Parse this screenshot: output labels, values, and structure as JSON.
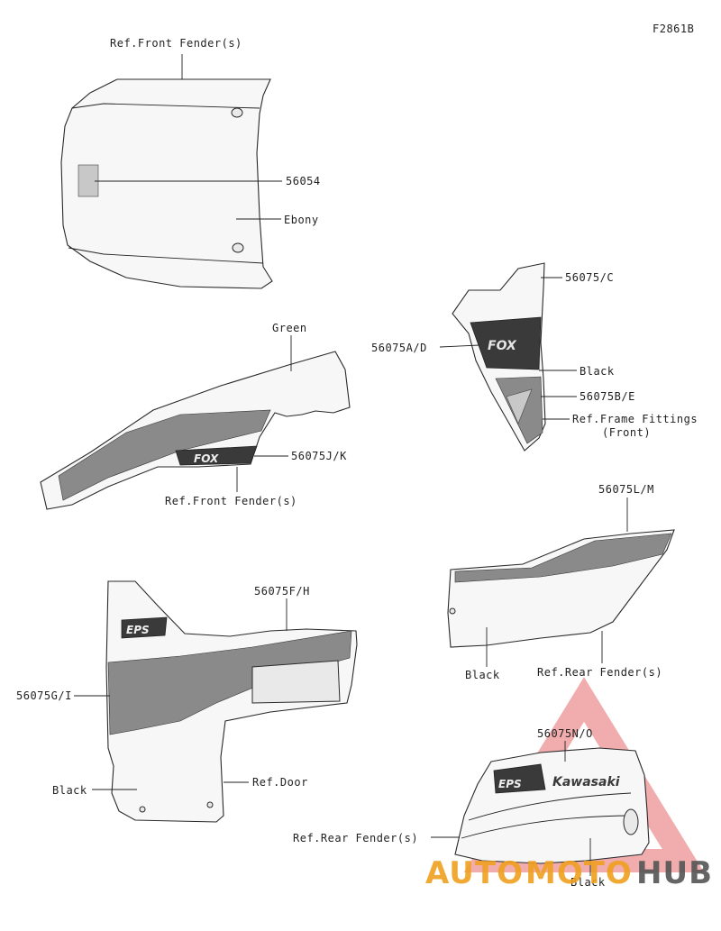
{
  "figure_code": "F2861B",
  "labels": {
    "ref_front_fender_top": "Ref.Front Fender(s)",
    "p56054": "56054",
    "ebony": "Ebony",
    "p56075c": "56075/C",
    "p56075ad": "56075A/D",
    "black_right": "Black",
    "p56075be": "56075B/E",
    "ref_frame_fittings": "Ref.Frame Fittings",
    "front_paren": "(Front)",
    "green": "Green",
    "p56075jk": "56075J/K",
    "ref_front_fender_mid": "Ref.Front Fender(s)",
    "p56075lm": "56075L/M",
    "black_rear": "Black",
    "ref_rear_fender_right": "Ref.Rear Fender(s)",
    "p56075fh": "56075F/H",
    "p56075gi": "56075G/I",
    "black_left": "Black",
    "ref_door": "Ref.Door",
    "p56075no": "56075N/O",
    "ref_rear_fender_bottom": "Ref.Rear Fender(s)",
    "black_bottom": "Black"
  },
  "decal_text": {
    "fox": "FOX",
    "eps": "EPS",
    "kawasaki": "Kawasaki"
  },
  "watermark": {
    "auto": "AUTO",
    "moto": "MOTO",
    "hub": "HUB",
    "color_primary": "#f0a020",
    "color_secondary": "#c0392b",
    "color_hub": "#555555"
  }
}
